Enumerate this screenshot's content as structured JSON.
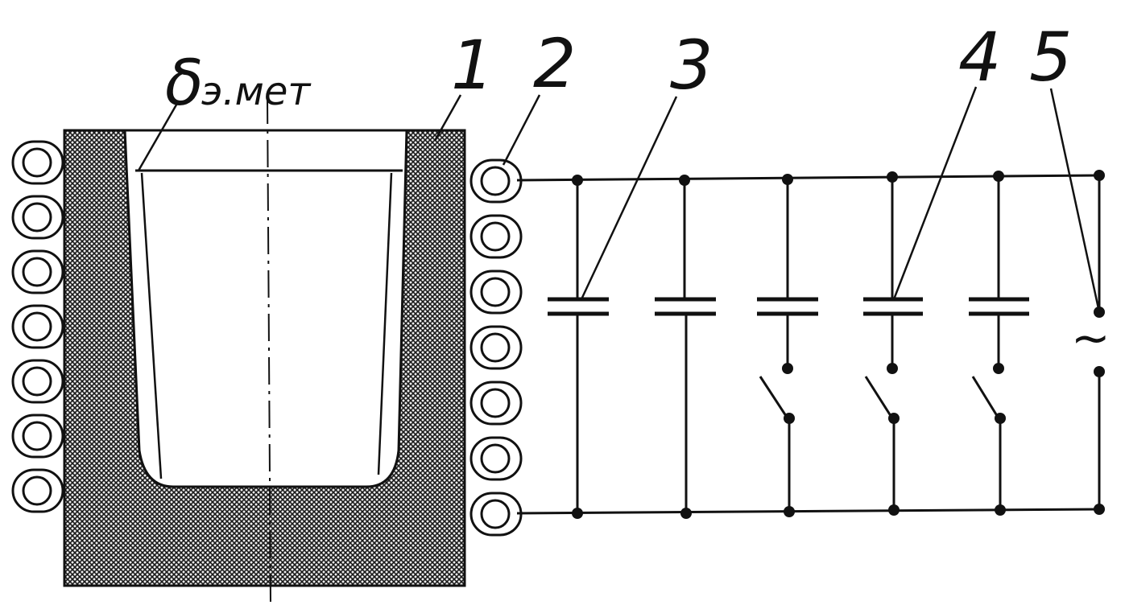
{
  "labels": {
    "delta_symbol": "δ",
    "delta_subscript": "э.мет",
    "n1": "1",
    "n2": "2",
    "n3": "3",
    "n4": "4",
    "n5": "5",
    "source_symbol": "~"
  },
  "colors": {
    "ink": "#111111",
    "background": "#ffffff",
    "crucible_fill": "#2a2a2a",
    "crucible_pattern_bg": "#f2f2f2"
  }
}
